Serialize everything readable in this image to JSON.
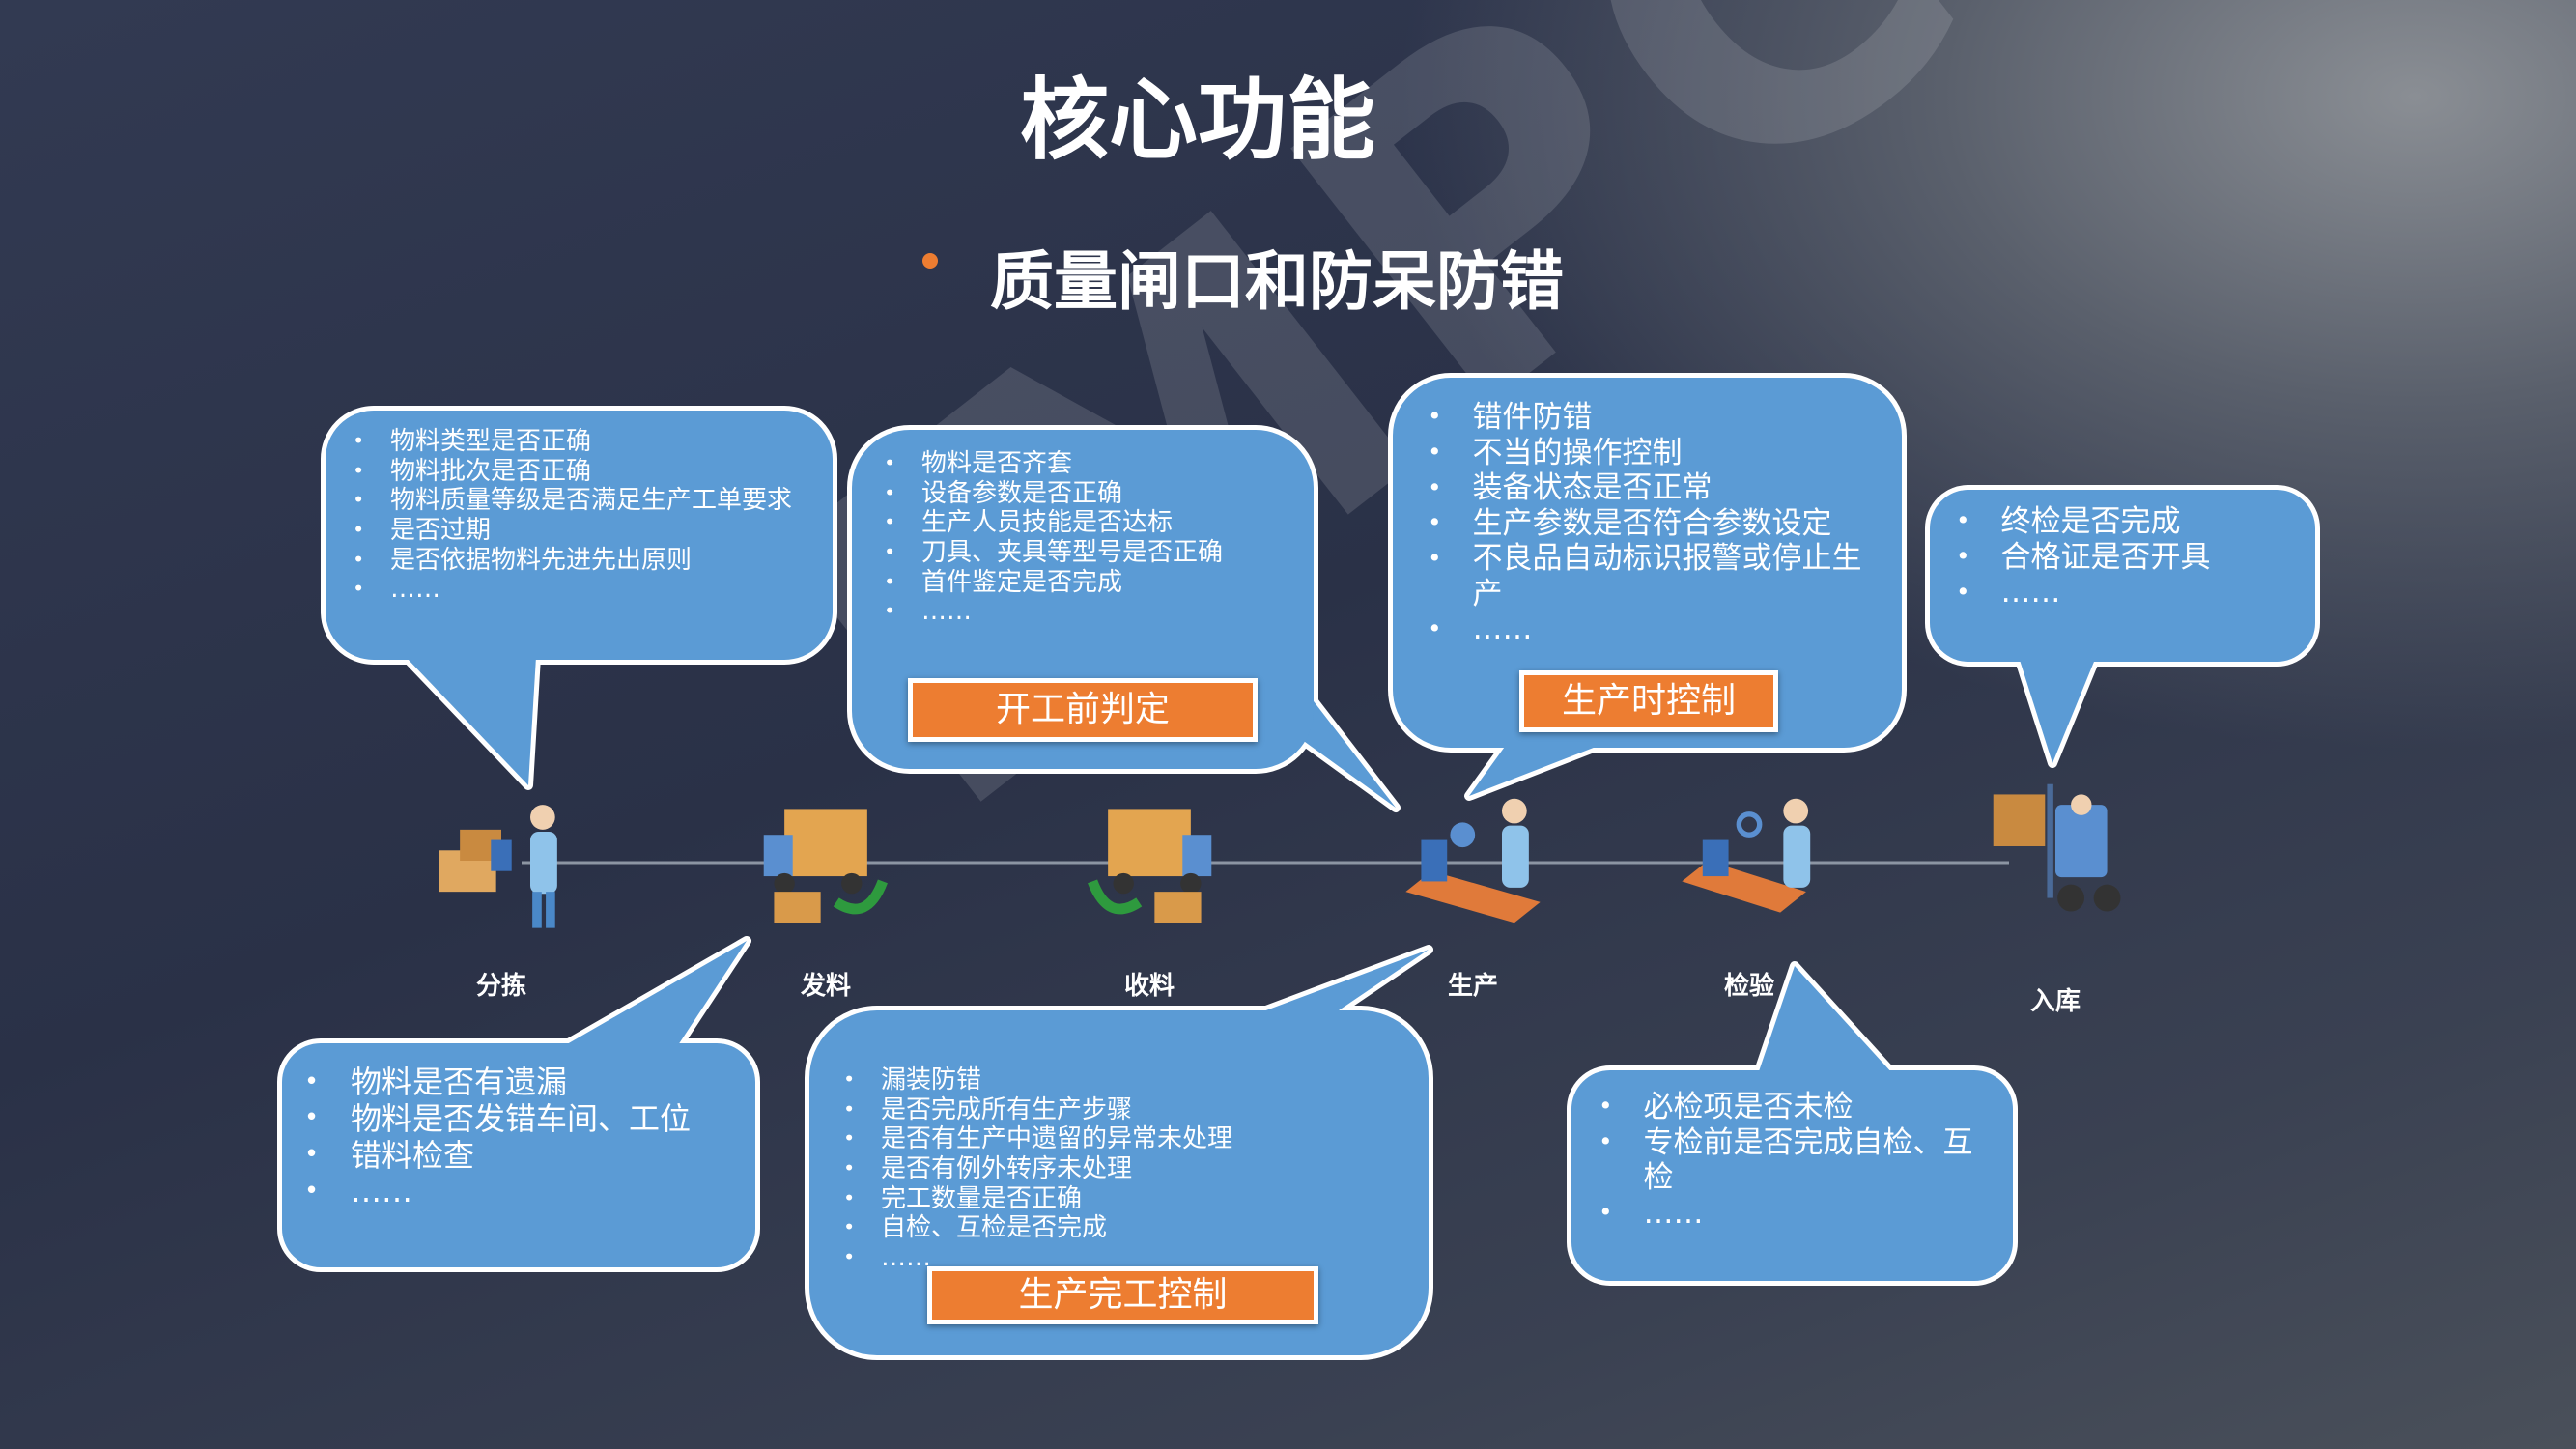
{
  "title": "核心功能",
  "subtitle": "质量闸口和防呆防错",
  "watermark": "IMPC",
  "colors": {
    "bubble": "#5b9bd5",
    "tag": "#ed7d31",
    "accent_dot": "#ed7d31"
  },
  "steps": [
    {
      "label": "分拣",
      "icon": "worker-with-boxes-icon"
    },
    {
      "label": "发料",
      "icon": "delivery-truck-out-icon"
    },
    {
      "label": "收料",
      "icon": "delivery-truck-in-icon"
    },
    {
      "label": "生产",
      "icon": "production-line-icon"
    },
    {
      "label": "检验",
      "icon": "inspection-icon"
    },
    {
      "label": "入库",
      "icon": "forklift-icon"
    }
  ],
  "bubbles": {
    "sorting": {
      "items": [
        "物料类型是否正确",
        "物料批次是否正确",
        "物料质量等级是否满足生产工单要求",
        "是否过期",
        "是否依据物料先进先出原则",
        "……"
      ]
    },
    "pre_start": {
      "items": [
        "物料是否齐套",
        "设备参数是否正确",
        "生产人员技能是否达标",
        "刀具、夹具等型号是否正确",
        "首件鉴定是否完成",
        "……"
      ],
      "tag": "开工前判定"
    },
    "in_production": {
      "items": [
        "错件防错",
        "不当的操作控制",
        "装备状态是否正常",
        "生产参数是否符合参数设定",
        "不良品自动标识报警或停止生产",
        "……"
      ],
      "tag": "生产时控制"
    },
    "warehousing": {
      "items": [
        "终检是否完成",
        "合格证是否开具",
        "……"
      ]
    },
    "issuing": {
      "items": [
        "物料是否有遗漏",
        "物料是否发错车间、工位",
        "错料检查",
        "……"
      ]
    },
    "completion": {
      "items": [
        "漏装防错",
        "是否完成所有生产步骤",
        "是否有生产中遗留的异常未处理",
        "是否有例外转序未处理",
        "完工数量是否正确",
        "自检、互检是否完成",
        "……"
      ],
      "tag": "生产完工控制"
    },
    "inspection": {
      "items": [
        "必检项是否未检",
        "专检前是否完成自检、互检",
        "……"
      ]
    }
  }
}
